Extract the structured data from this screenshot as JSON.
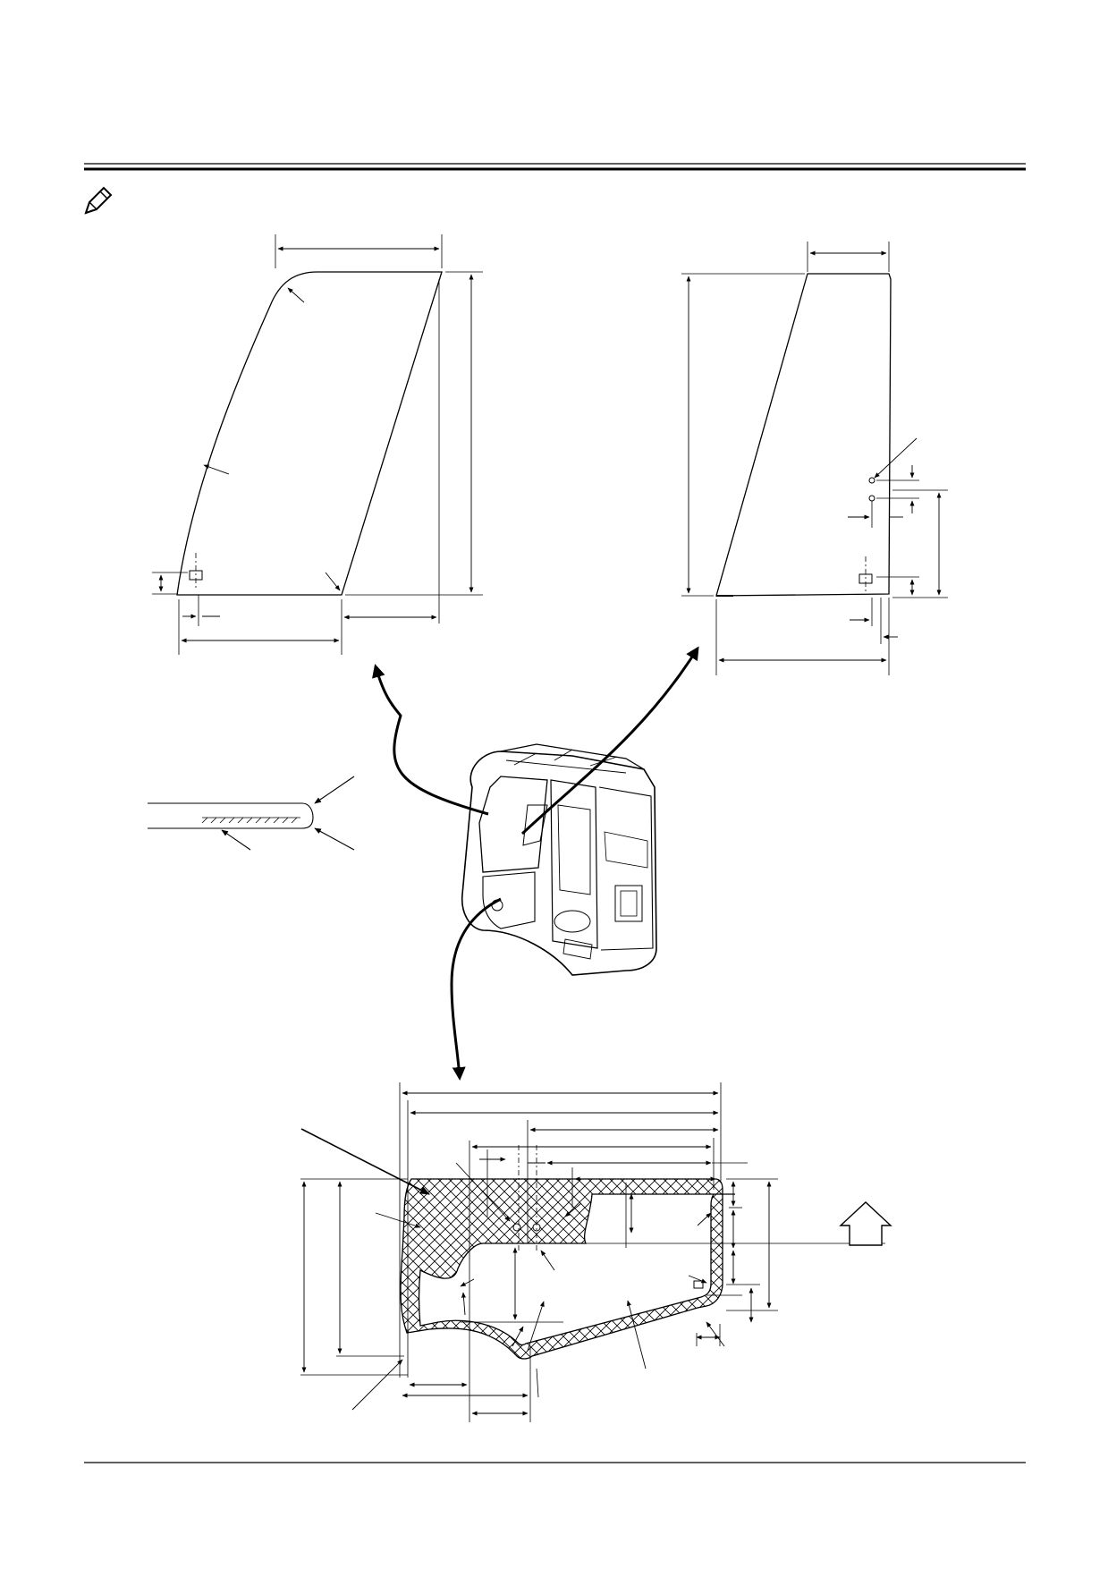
{
  "page": {
    "header_rule": "double",
    "footer_rule": "single",
    "note_icon": "pencil-note-icon"
  },
  "diagram": {
    "views": [
      "front-glass-upper",
      "side-glass-upper",
      "edge-section-detail",
      "cab-isometric",
      "lower-front-glass-section"
    ],
    "leader_arrows": 3,
    "hatch_pattern": "cross-hatch",
    "text_labels": []
  },
  "colors": {
    "line": "#000000",
    "paper": "#ffffff"
  }
}
